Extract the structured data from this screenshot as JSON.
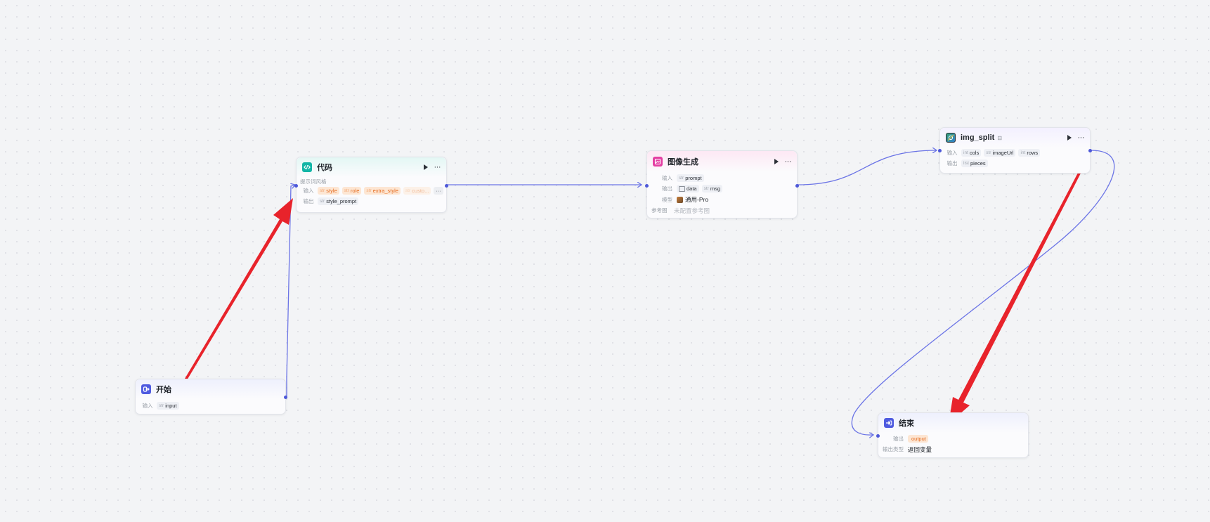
{
  "colors": {
    "edge": "#6b74e6",
    "handle": "#4d58d8",
    "annotation_arrow": "#e8232b",
    "code_icon": "#12b5a6",
    "image_icon": "#e43fa3",
    "start_icon": "#4f5be0",
    "end_icon": "#4f5be0"
  },
  "nodes": {
    "start": {
      "icon": "start-icon",
      "title": "开始",
      "input_label": "输入",
      "inputs": [
        {
          "type": "str",
          "name": "input"
        }
      ]
    },
    "code": {
      "icon": "code-icon",
      "title": "代码",
      "subtitle": "提示词风格",
      "input_label": "输入",
      "inputs": [
        {
          "type": "str",
          "name": "style"
        },
        {
          "type": "str",
          "name": "role"
        },
        {
          "type": "str",
          "name": "extra_style"
        },
        {
          "type": "str",
          "name": "custo..."
        }
      ],
      "more_label": "···",
      "output_label": "输出",
      "outputs": [
        {
          "type": "str",
          "name": "style_prompt"
        }
      ]
    },
    "image_gen": {
      "icon": "image-gen-icon",
      "title": "图像生成",
      "input_label": "输入",
      "inputs": [
        {
          "type": "str",
          "name": "prompt"
        }
      ],
      "output_label": "输出",
      "outputs": [
        {
          "type": "img",
          "name": "data"
        },
        {
          "type": "str",
          "name": "msg"
        }
      ],
      "model_label": "模型",
      "model_value": "通用-Pro",
      "ref_label": "参考图",
      "ref_value": "未配置参考图"
    },
    "img_split": {
      "icon": "img-split-icon",
      "title": "img_split",
      "title_tag": "⊟",
      "input_label": "输入",
      "inputs": [
        {
          "type": "int",
          "name": "cols"
        },
        {
          "type": "str",
          "name": "imageUrl"
        },
        {
          "type": "int",
          "name": "rows"
        }
      ],
      "output_label": "输出",
      "outputs": [
        {
          "type": "list",
          "name": "pieces"
        }
      ]
    },
    "end": {
      "icon": "end-icon",
      "title": "结束",
      "output_label": "输出",
      "outputs": [
        {
          "type": "",
          "name": "output"
        }
      ],
      "output_type_label": "输出类型",
      "output_type_value": "返回变量"
    }
  }
}
